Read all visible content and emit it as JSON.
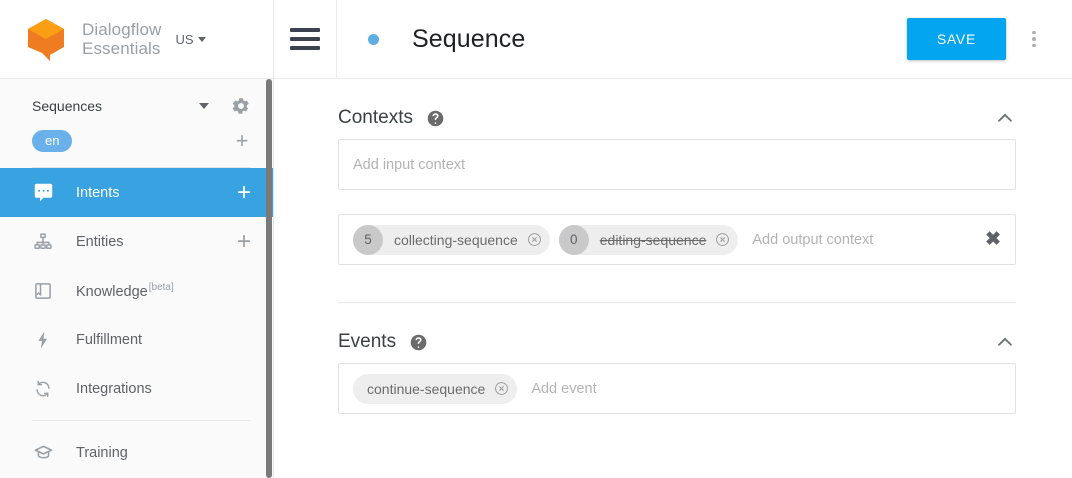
{
  "brand": {
    "name_line1": "Dialogflow",
    "name_line2": "Essentials",
    "logo_icon": "dialogflow-cube-logo",
    "region_label": "US",
    "region_caret_icon": "caret-down-icon"
  },
  "sidebar": {
    "agent": {
      "name": "Sequences",
      "caret_icon": "caret-down-icon",
      "settings_icon": "gear-icon"
    },
    "language": {
      "chip": "en",
      "add_icon": "plus-icon"
    },
    "items": [
      {
        "label": "Intents",
        "icon": "speech-bubble-icon",
        "active": true,
        "add": "+"
      },
      {
        "label": "Entities",
        "icon": "sitemap-icon",
        "active": false,
        "add": "+"
      },
      {
        "label": "Knowledge",
        "icon": "book-icon",
        "active": false,
        "badge": "[beta]"
      },
      {
        "label": "Fulfillment",
        "icon": "lightning-bolt-icon",
        "active": false
      },
      {
        "label": "Integrations",
        "icon": "refresh-arrows-icon",
        "active": false
      },
      {
        "label": "Training",
        "icon": "graduation-cap-icon",
        "active": false
      }
    ]
  },
  "topbar": {
    "menu_icon": "hamburger-menu-icon",
    "status_dot_color": "#5faee3",
    "title": "Sequence",
    "save_label": "SAVE",
    "overflow_icon": "kebab-menu-icon"
  },
  "contexts": {
    "title": "Contexts",
    "help_icon": "help-circle-icon",
    "collapse_icon": "chevron-up-icon",
    "input": {
      "placeholder": "Add input context",
      "chips": []
    },
    "output": {
      "placeholder": "Add output context",
      "clear_icon": "close-icon",
      "chips": [
        {
          "count": "5",
          "label": "collecting-sequence",
          "struck": false,
          "remove_icon": "remove-circle-icon"
        },
        {
          "count": "0",
          "label": "editing-sequence",
          "struck": true,
          "remove_icon": "remove-circle-icon"
        }
      ]
    }
  },
  "events": {
    "title": "Events",
    "help_icon": "help-circle-icon",
    "collapse_icon": "chevron-up-icon",
    "placeholder": "Add event",
    "chips": [
      {
        "label": "continue-sequence",
        "remove_icon": "remove-circle-icon"
      }
    ]
  },
  "colors": {
    "accent_blue": "#03a5f0",
    "active_nav_blue": "#39a2e0",
    "lang_chip_blue": "#6ab0ea",
    "logo_orange": "#ef7c20",
    "logo_orange_light": "#fa9f14"
  }
}
